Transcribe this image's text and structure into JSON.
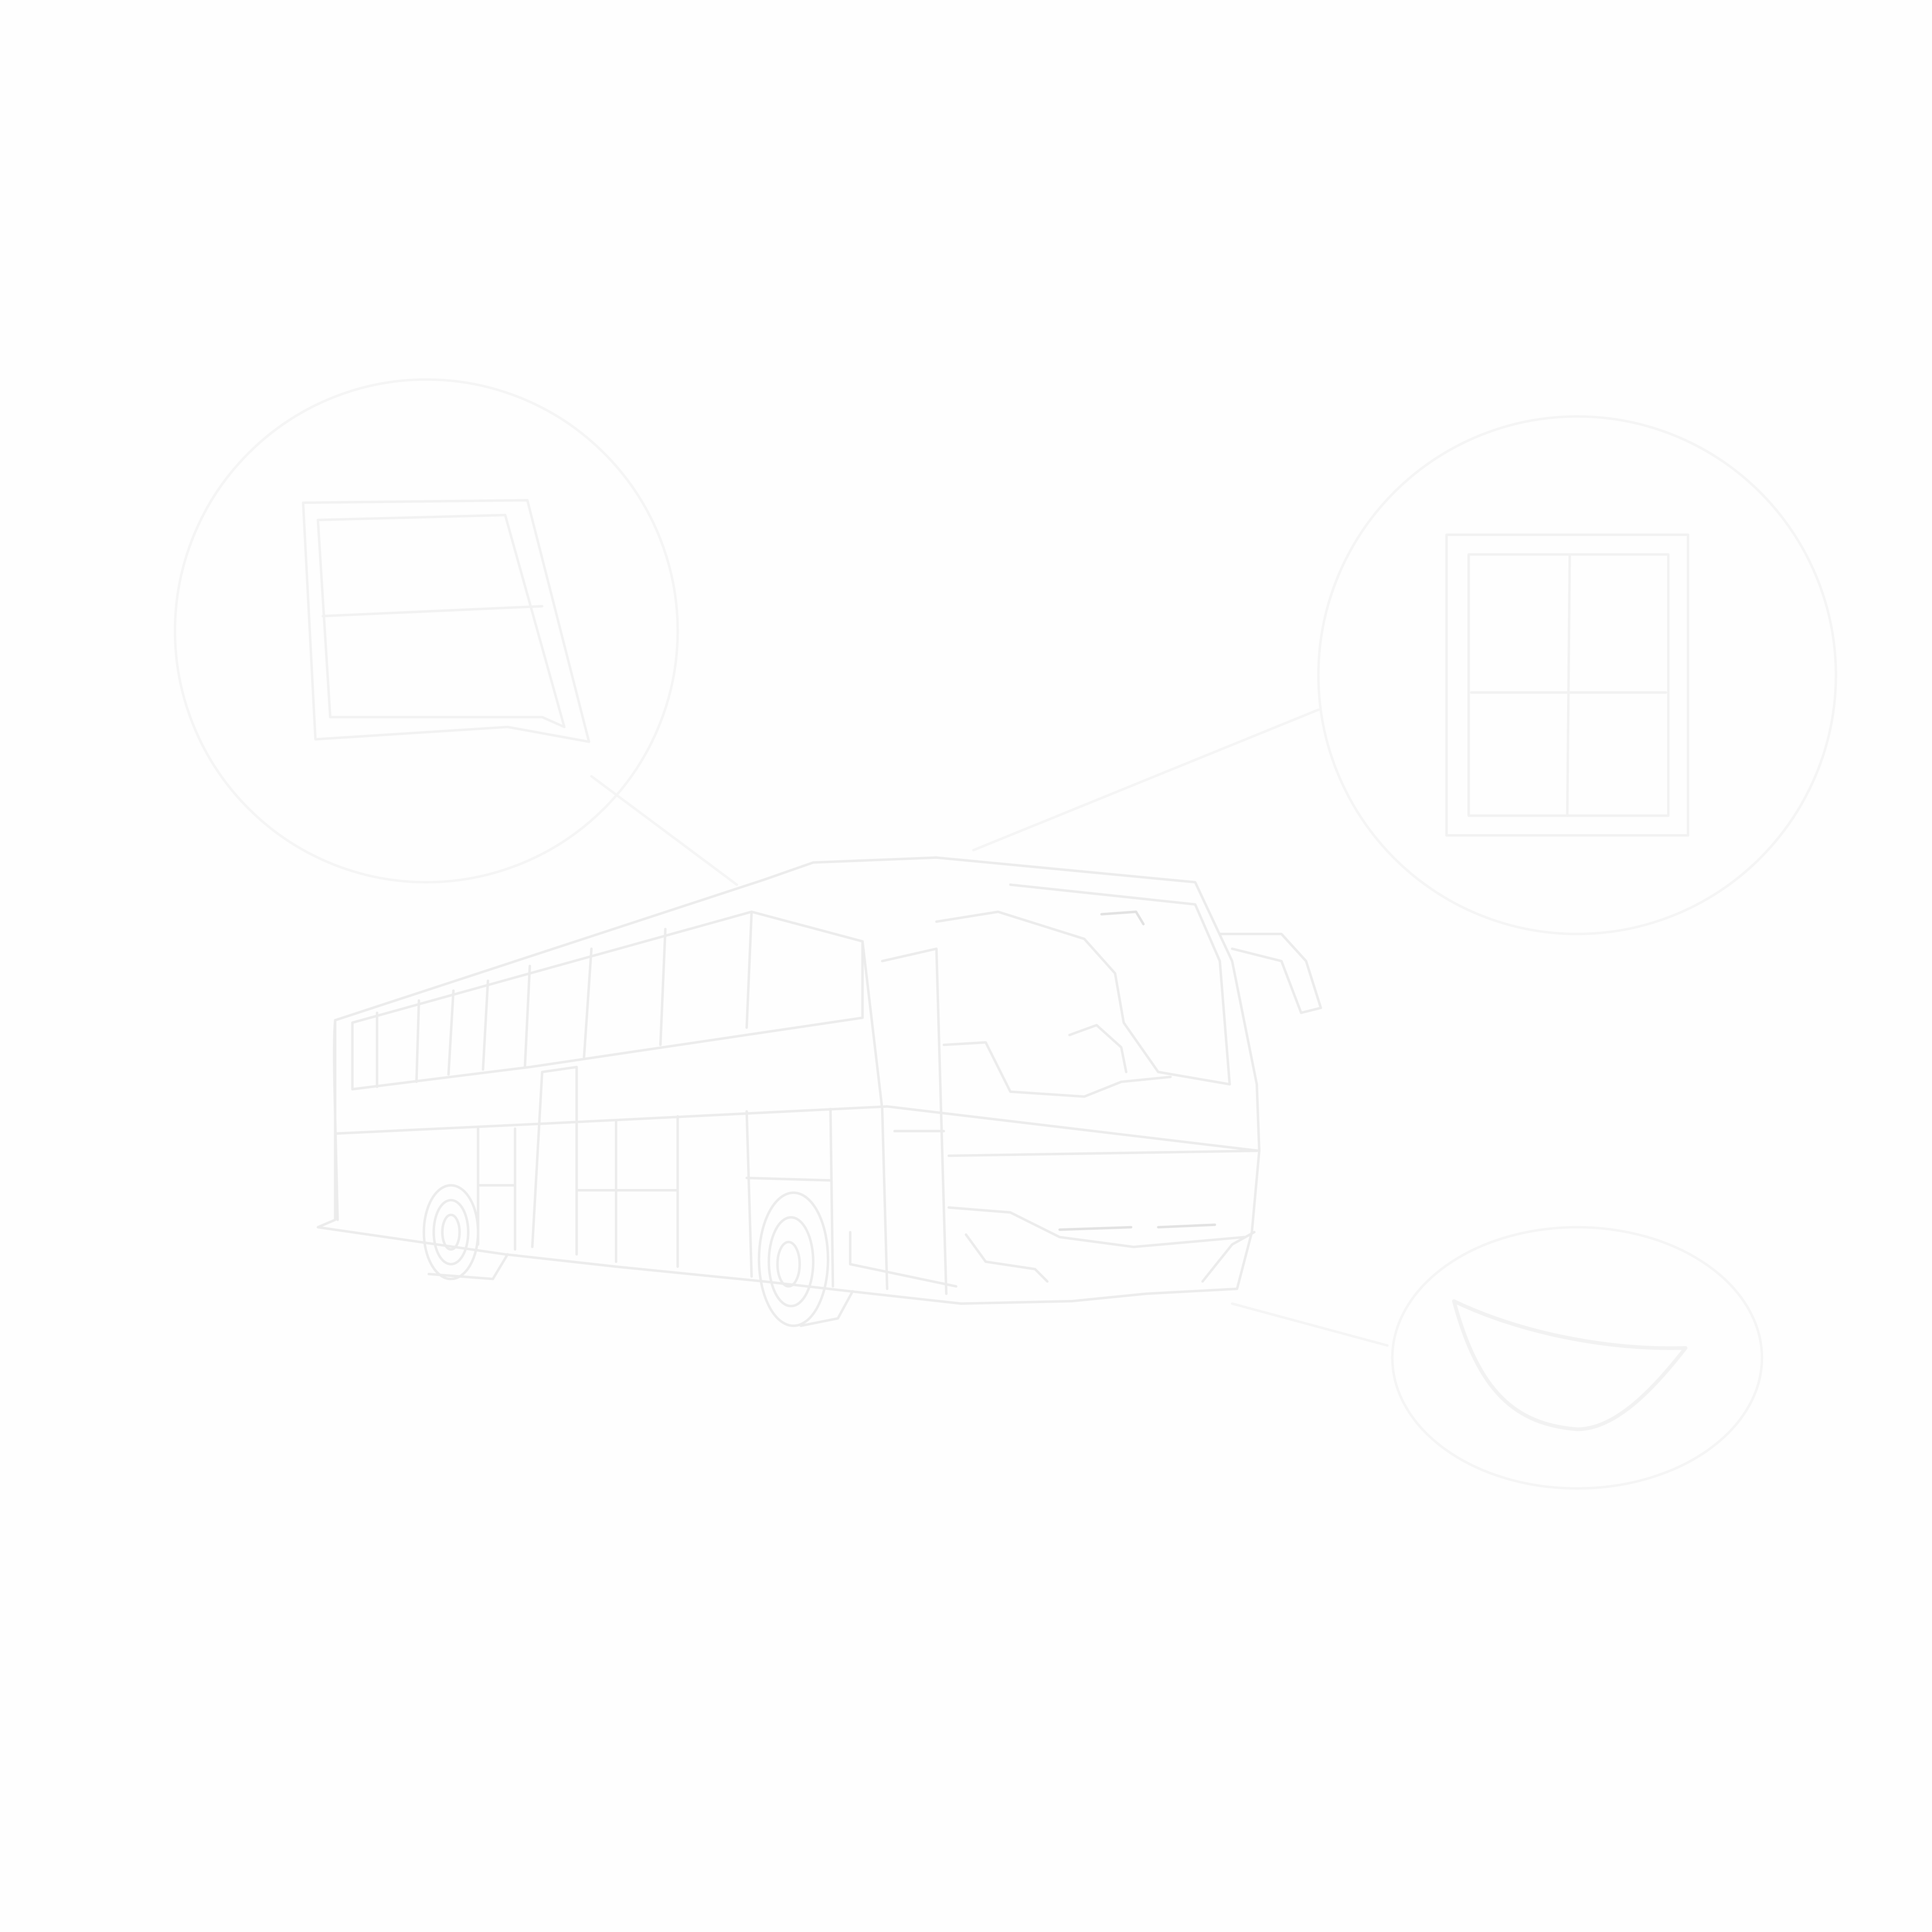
{
  "illustration": {
    "subject": "bus-line-drawing",
    "callouts": [
      {
        "name": "callout-side-window",
        "icon": "window-icon"
      },
      {
        "name": "callout-windshield-window",
        "icon": "window-grid-icon"
      },
      {
        "name": "callout-headlight",
        "icon": "headlight-icon"
      }
    ]
  },
  "colors": {
    "background": "#fefefe",
    "line": "#ececec",
    "callout_line": "#f4f4f4",
    "accent_line": "#e2e2e2"
  }
}
